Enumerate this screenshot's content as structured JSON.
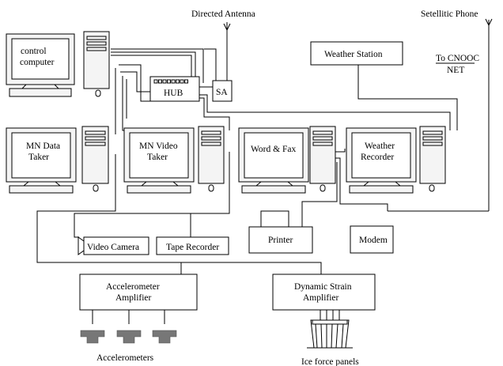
{
  "labels": {
    "directed_antenna": "Directed Antenna",
    "satellite_phone": "Setellitic Phone",
    "to_cnooc": "To CNOOC",
    "net": "NET",
    "hub": "HUB",
    "sa": "SA",
    "weather_station": "Weather Station",
    "control_computer": [
      "control",
      "computer"
    ],
    "mn_data_taker": [
      "MN Data",
      "Taker"
    ],
    "mn_video_taker": [
      "MN Video",
      "Taker"
    ],
    "word_fax": "Word & Fax",
    "weather_recorder": [
      "Weather",
      "Recorder"
    ],
    "video_camera": "Video Camera",
    "tape_recorder": "Tape Recorder",
    "printer": "Printer",
    "modem": "Modem",
    "accelerometer_amplifier": [
      "Accelerometer",
      "Amplifier"
    ],
    "dynamic_strain_amplifier": [
      "Dynamic Strain",
      "Amplifier"
    ],
    "accelerometers": "Accelerometers",
    "ice_force_panels": "Ice force panels"
  }
}
